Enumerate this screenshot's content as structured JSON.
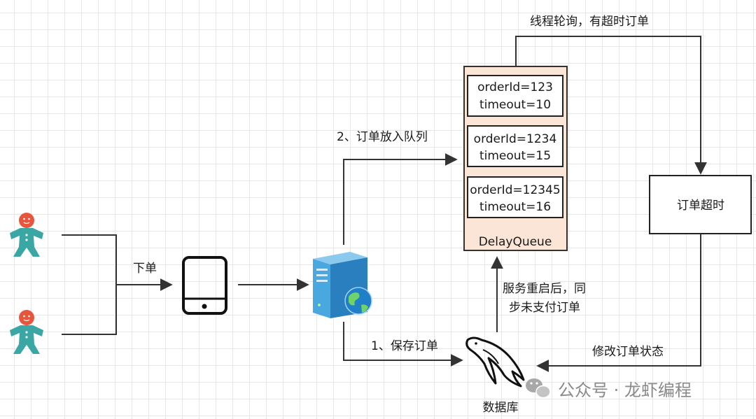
{
  "edges": {
    "place_order": "下单",
    "enqueue": "2、订单放入队列",
    "save_order": "1、保存订单",
    "poll_line1": "线程轮询，有超时订单",
    "sync_line1": "服务重启后，同",
    "sync_line2": "步未支付订单",
    "update_status": "修改订单状态"
  },
  "queue": {
    "label": "DelayQueue",
    "items": [
      {
        "order": "orderId=123",
        "timeout": "timeout=10"
      },
      {
        "order": "orderId=1234",
        "timeout": "timeout=15"
      },
      {
        "order": "orderId=12345",
        "timeout": "timeout=16"
      }
    ]
  },
  "timeout_box": "订单超时",
  "database_label": "数据库",
  "watermark": "公众号 · 龙虾编程",
  "colors": {
    "queue_fill": "#fae5d6",
    "person": "#3aa7a4",
    "person_head": "#e8553d",
    "server": "#3a97d3",
    "line": "#333333"
  }
}
